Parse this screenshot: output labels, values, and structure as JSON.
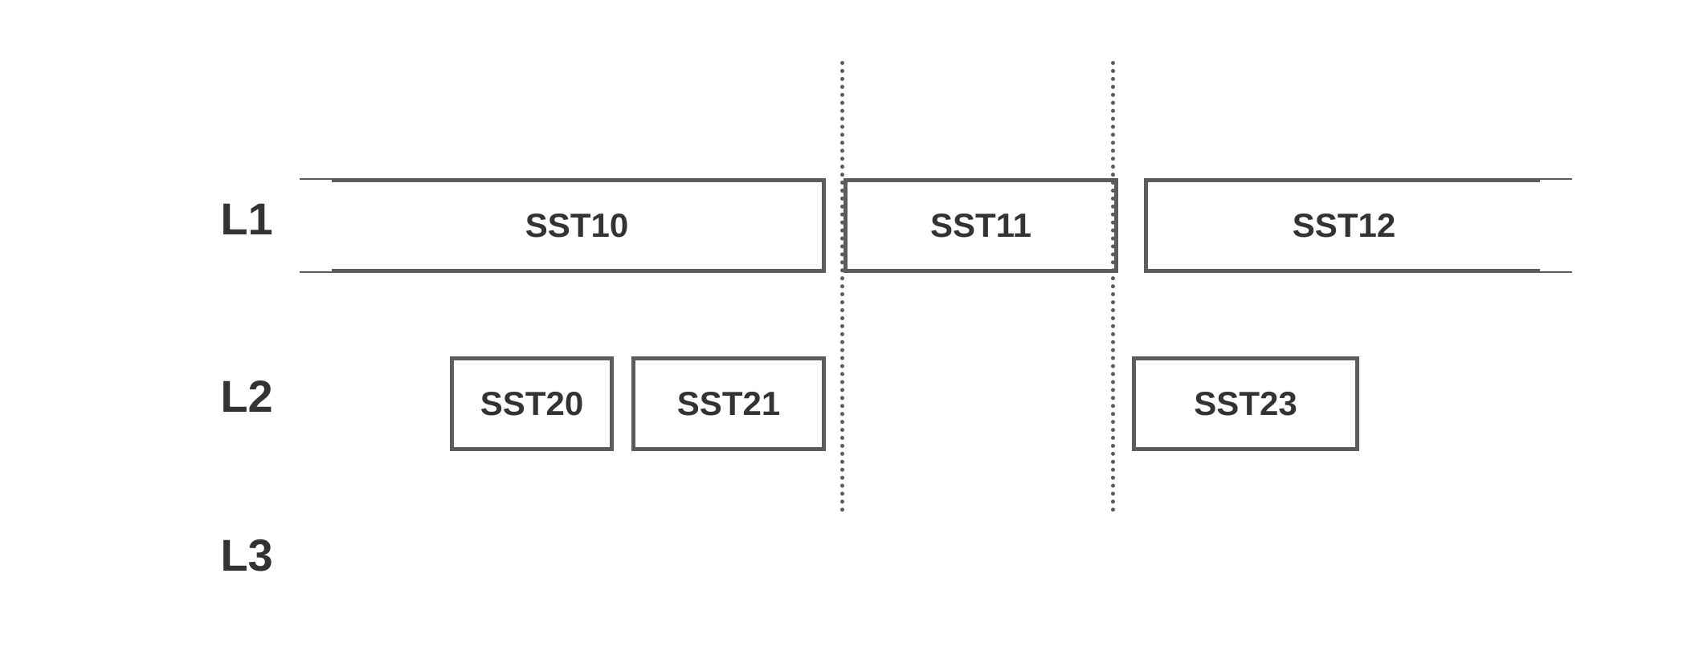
{
  "levels": [
    {
      "label": "L1"
    },
    {
      "label": "L2"
    },
    {
      "label": "L3"
    }
  ],
  "sstables": {
    "l1": [
      {
        "label": "SST10"
      },
      {
        "label": "SST11"
      },
      {
        "label": "SST12"
      }
    ],
    "l2": [
      {
        "label": "SST20"
      },
      {
        "label": "SST21"
      },
      {
        "label": "SST23"
      }
    ]
  },
  "colors": {
    "box_border": "#5c5c5c",
    "text": "#333333",
    "background": "#ffffff"
  }
}
